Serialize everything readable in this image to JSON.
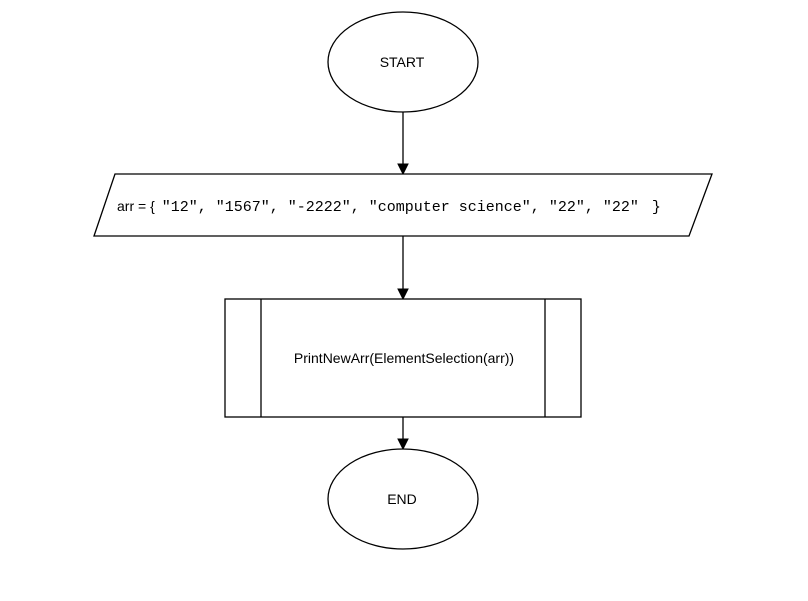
{
  "diagram": {
    "start": {
      "label": "START"
    },
    "input": {
      "prefix": "arr = {",
      "values": "\"12\", \"1567\", \"-2222\", \"computer science\", \"22\", \"22\"",
      "suffix": "}"
    },
    "process": {
      "label": "PrintNewArr(ElementSelection(arr))"
    },
    "end": {
      "label": "END"
    }
  }
}
